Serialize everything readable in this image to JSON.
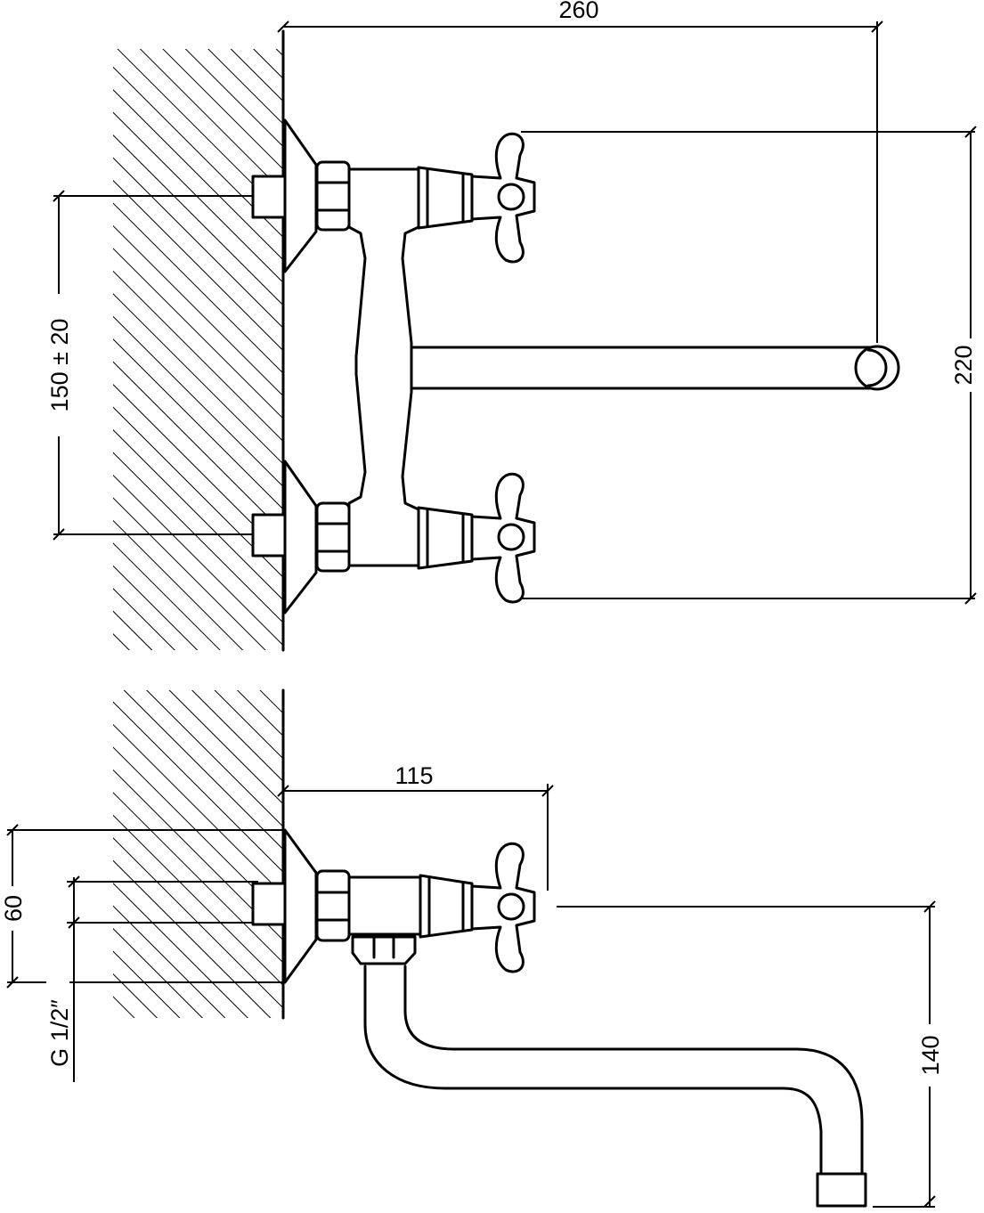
{
  "dimensions": {
    "overall_width": "260",
    "overall_height": "220",
    "inlet_spacing": "150 ± 20",
    "projection": "115",
    "spout_drop": "140",
    "escutcheon_size": "60",
    "thread": "G 1/2″"
  },
  "hatch_color": "#000000",
  "line_color": "#000000",
  "background": "#ffffff"
}
